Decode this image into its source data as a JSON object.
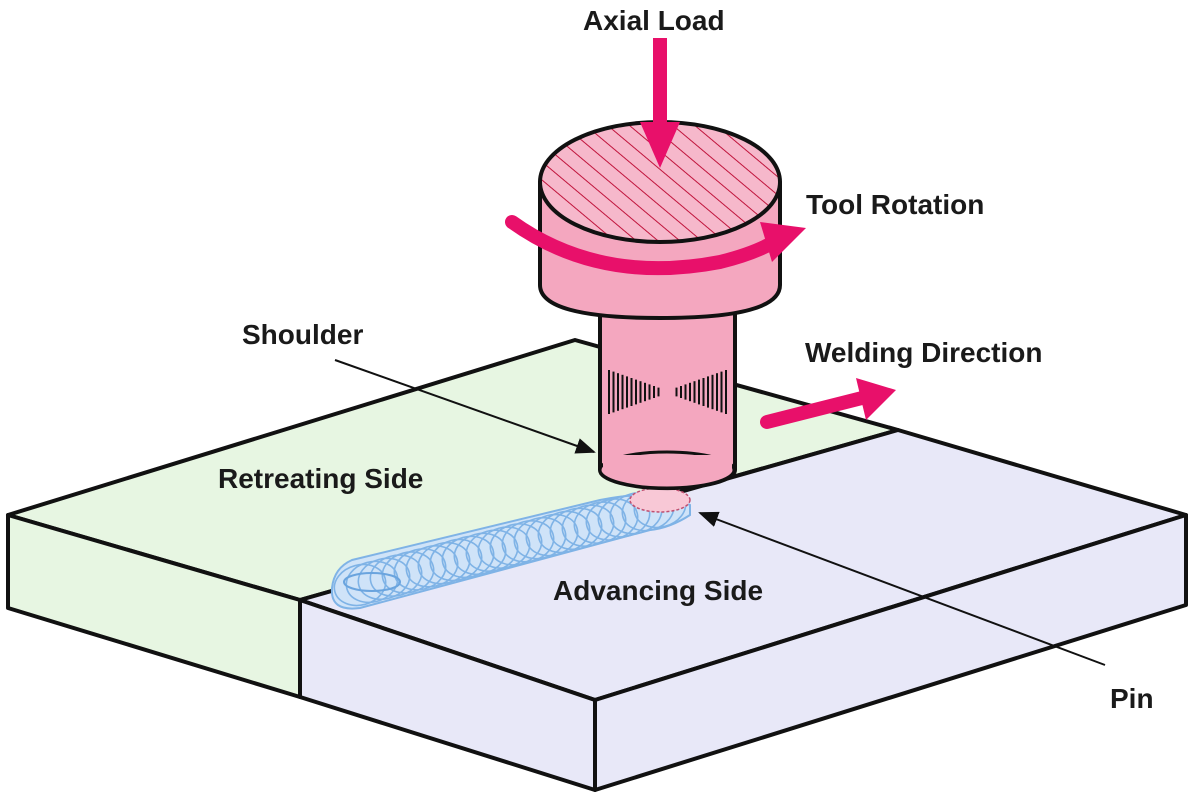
{
  "labels": {
    "axial_load": "Axial Load",
    "tool_rotation": "Tool Rotation",
    "welding_direction": "Welding Direction",
    "shoulder": "Shoulder",
    "retreating_side": "Retreating Side",
    "advancing_side": "Advancing Side",
    "pin": "Pin"
  },
  "colors": {
    "tool_pink": "#f4a7bf",
    "arrow_magenta": "#e8106a",
    "retreating_plate": "#e7f6e2",
    "advancing_plate": "#e8e8f8",
    "weld_bead": "#8fc0ee",
    "outline": "#111111"
  }
}
